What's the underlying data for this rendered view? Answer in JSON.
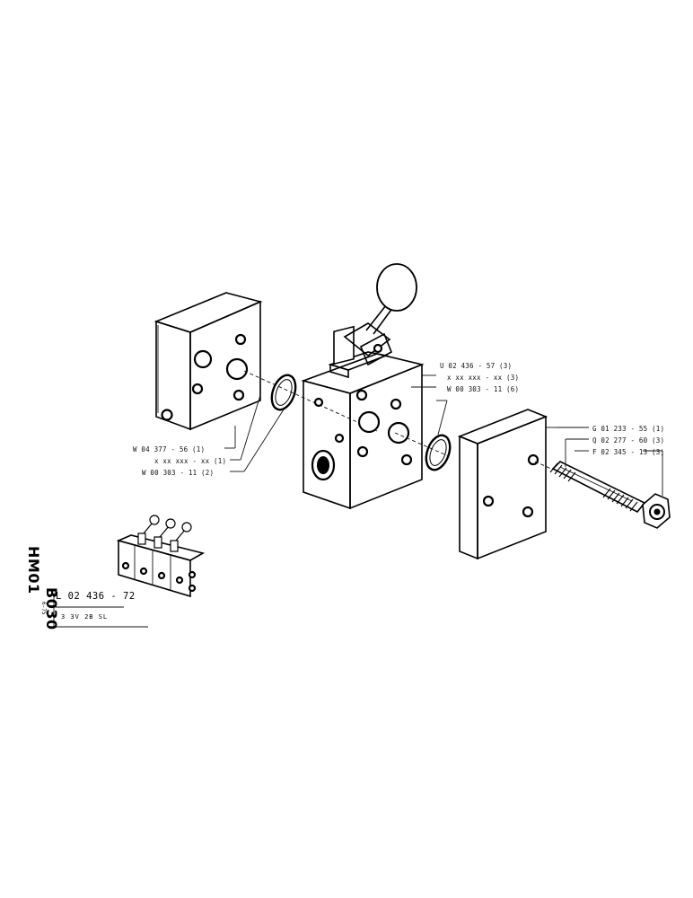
{
  "title_block": {
    "drawing_code_a": "HM01",
    "drawing_code_b": "B030",
    "date": "6-75",
    "reference": "L 02 436 - 72",
    "description": "3  3V  2B  SL"
  },
  "callouts": {
    "end_plate_part": "W 04 377 - 56 (1)",
    "end_plate_seal": "x  xx  xxx - xx (1)",
    "end_plate_oring": "W 00 303 - 11 (2)",
    "valve_part": "U 02 436 - 57 (3)",
    "valve_seal": "x  xx  xxx - xx (3)",
    "valve_oring": "W 00 303 - 11 (6)",
    "cover_plate": "G 01 233 - 55 (1)",
    "tie_rod": "Q 02 277 - 60 (3)",
    "nut": "F 02 345 - 13 (3)"
  }
}
